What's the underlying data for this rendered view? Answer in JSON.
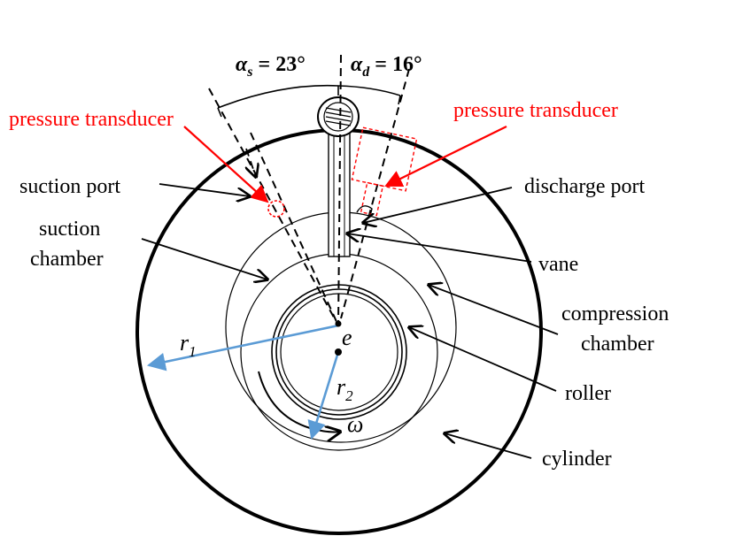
{
  "colors": {
    "ink": "#000000",
    "accent_red": "#ff0000",
    "radius_blue": "#5b9bd5"
  },
  "angles": {
    "suction_symbol": "α",
    "suction_sub": "s",
    "suction_value": " = 23°",
    "discharge_symbol": "α",
    "discharge_sub": "d",
    "discharge_value": " = 16°"
  },
  "labels": {
    "pressure_transducer_left": "pressure transducer",
    "pressure_transducer_right": "pressure transducer",
    "suction_port": "suction port",
    "suction_chamber_line1": "suction",
    "suction_chamber_line2": "chamber",
    "discharge_port": "discharge port",
    "vane": "vane",
    "compression_chamber_line1": "compression",
    "compression_chamber_line2": "chamber",
    "roller": "roller",
    "cylinder": "cylinder"
  },
  "symbols": {
    "r1": "r",
    "r1_sub": "1",
    "r2": "r",
    "r2_sub": "2",
    "e": "e",
    "omega": "ω"
  }
}
